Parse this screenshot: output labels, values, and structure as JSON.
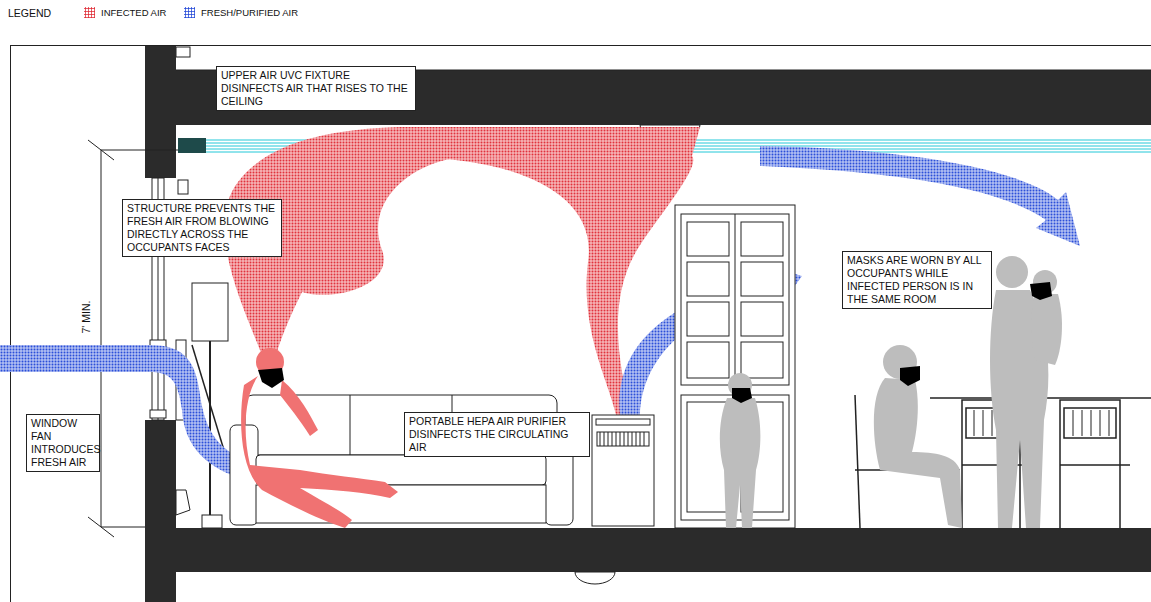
{
  "diagram": {
    "nodes": [
      {
        "text": [
          "UPPER AIR UVC FIXTURE DISINFECTS AIR THAT RISES TO THE CEILING"
        ]
      },
      {
        "text": [
          "STRUCTURE PREVENTS THE FRESH AIR FROM BLOWING DIRECTLY ACROSS THE OCCUPANTS FACES"
        ]
      },
      {
        "text": [
          "WINDOW FAN INTRODUCES FRESH AIR"
        ]
      },
      {
        "text": [
          "PORTABLE HEPA AIR PURIFIER DISINFECTS THE CIRCULATING AIR"
        ]
      },
      {
        "text": [
          "MASKS ARE WORN BY ALL OCCUPANTS WHILE INFECTED PERSON IS IN THE SAME ROOM"
        ]
      }
    ],
    "labels": [
      "LEGEND",
      "7' MIN."
    ],
    "legend": [
      {
        "text": "INFECTED AIR",
        "color": "#e0323c"
      },
      {
        "text": "FRESH/PURIFIED AIR",
        "color": "#2b4fd8"
      }
    ]
  }
}
